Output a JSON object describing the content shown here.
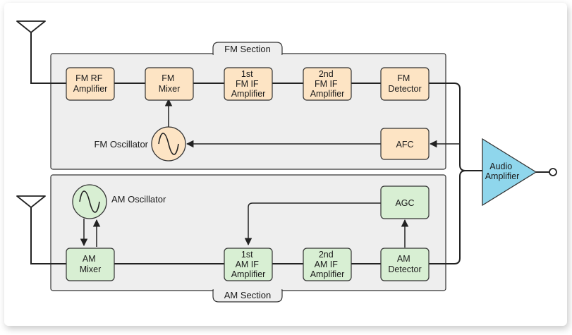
{
  "sections": {
    "fm_label": "FM Section",
    "am_label": "AM Section"
  },
  "fm_blocks": {
    "rf_amp": [
      "FM RF",
      "Amplifier"
    ],
    "mixer": [
      "FM",
      "Mixer"
    ],
    "if1": [
      "1st",
      "FM IF",
      "Amplifier"
    ],
    "if2": [
      "2nd",
      "FM IF",
      "Amplifier"
    ],
    "detector": [
      "FM",
      "Detector"
    ],
    "afc": [
      "AFC"
    ],
    "oscillator_label": "FM  Oscillator"
  },
  "am_blocks": {
    "mixer": [
      "AM",
      "Mixer"
    ],
    "if1": [
      "1st",
      "AM IF",
      "Amplifier"
    ],
    "if2": [
      "2nd",
      "AM IF",
      "Amplifier"
    ],
    "detector": [
      "AM",
      "Detector"
    ],
    "agc": [
      "AGC"
    ],
    "oscillator_label": "AM Oscillator"
  },
  "audio_amp": [
    "Audio",
    "Amplifier"
  ],
  "colors": {
    "fm_block": "#fde4c4",
    "am_block": "#d8efd3",
    "audio_amp": "#8fd6ec",
    "section_bg": "#eeeeee"
  },
  "icons": {
    "antenna": "antenna-icon",
    "oscillator": "sine-wave-icon",
    "output": "output-terminal-icon"
  }
}
